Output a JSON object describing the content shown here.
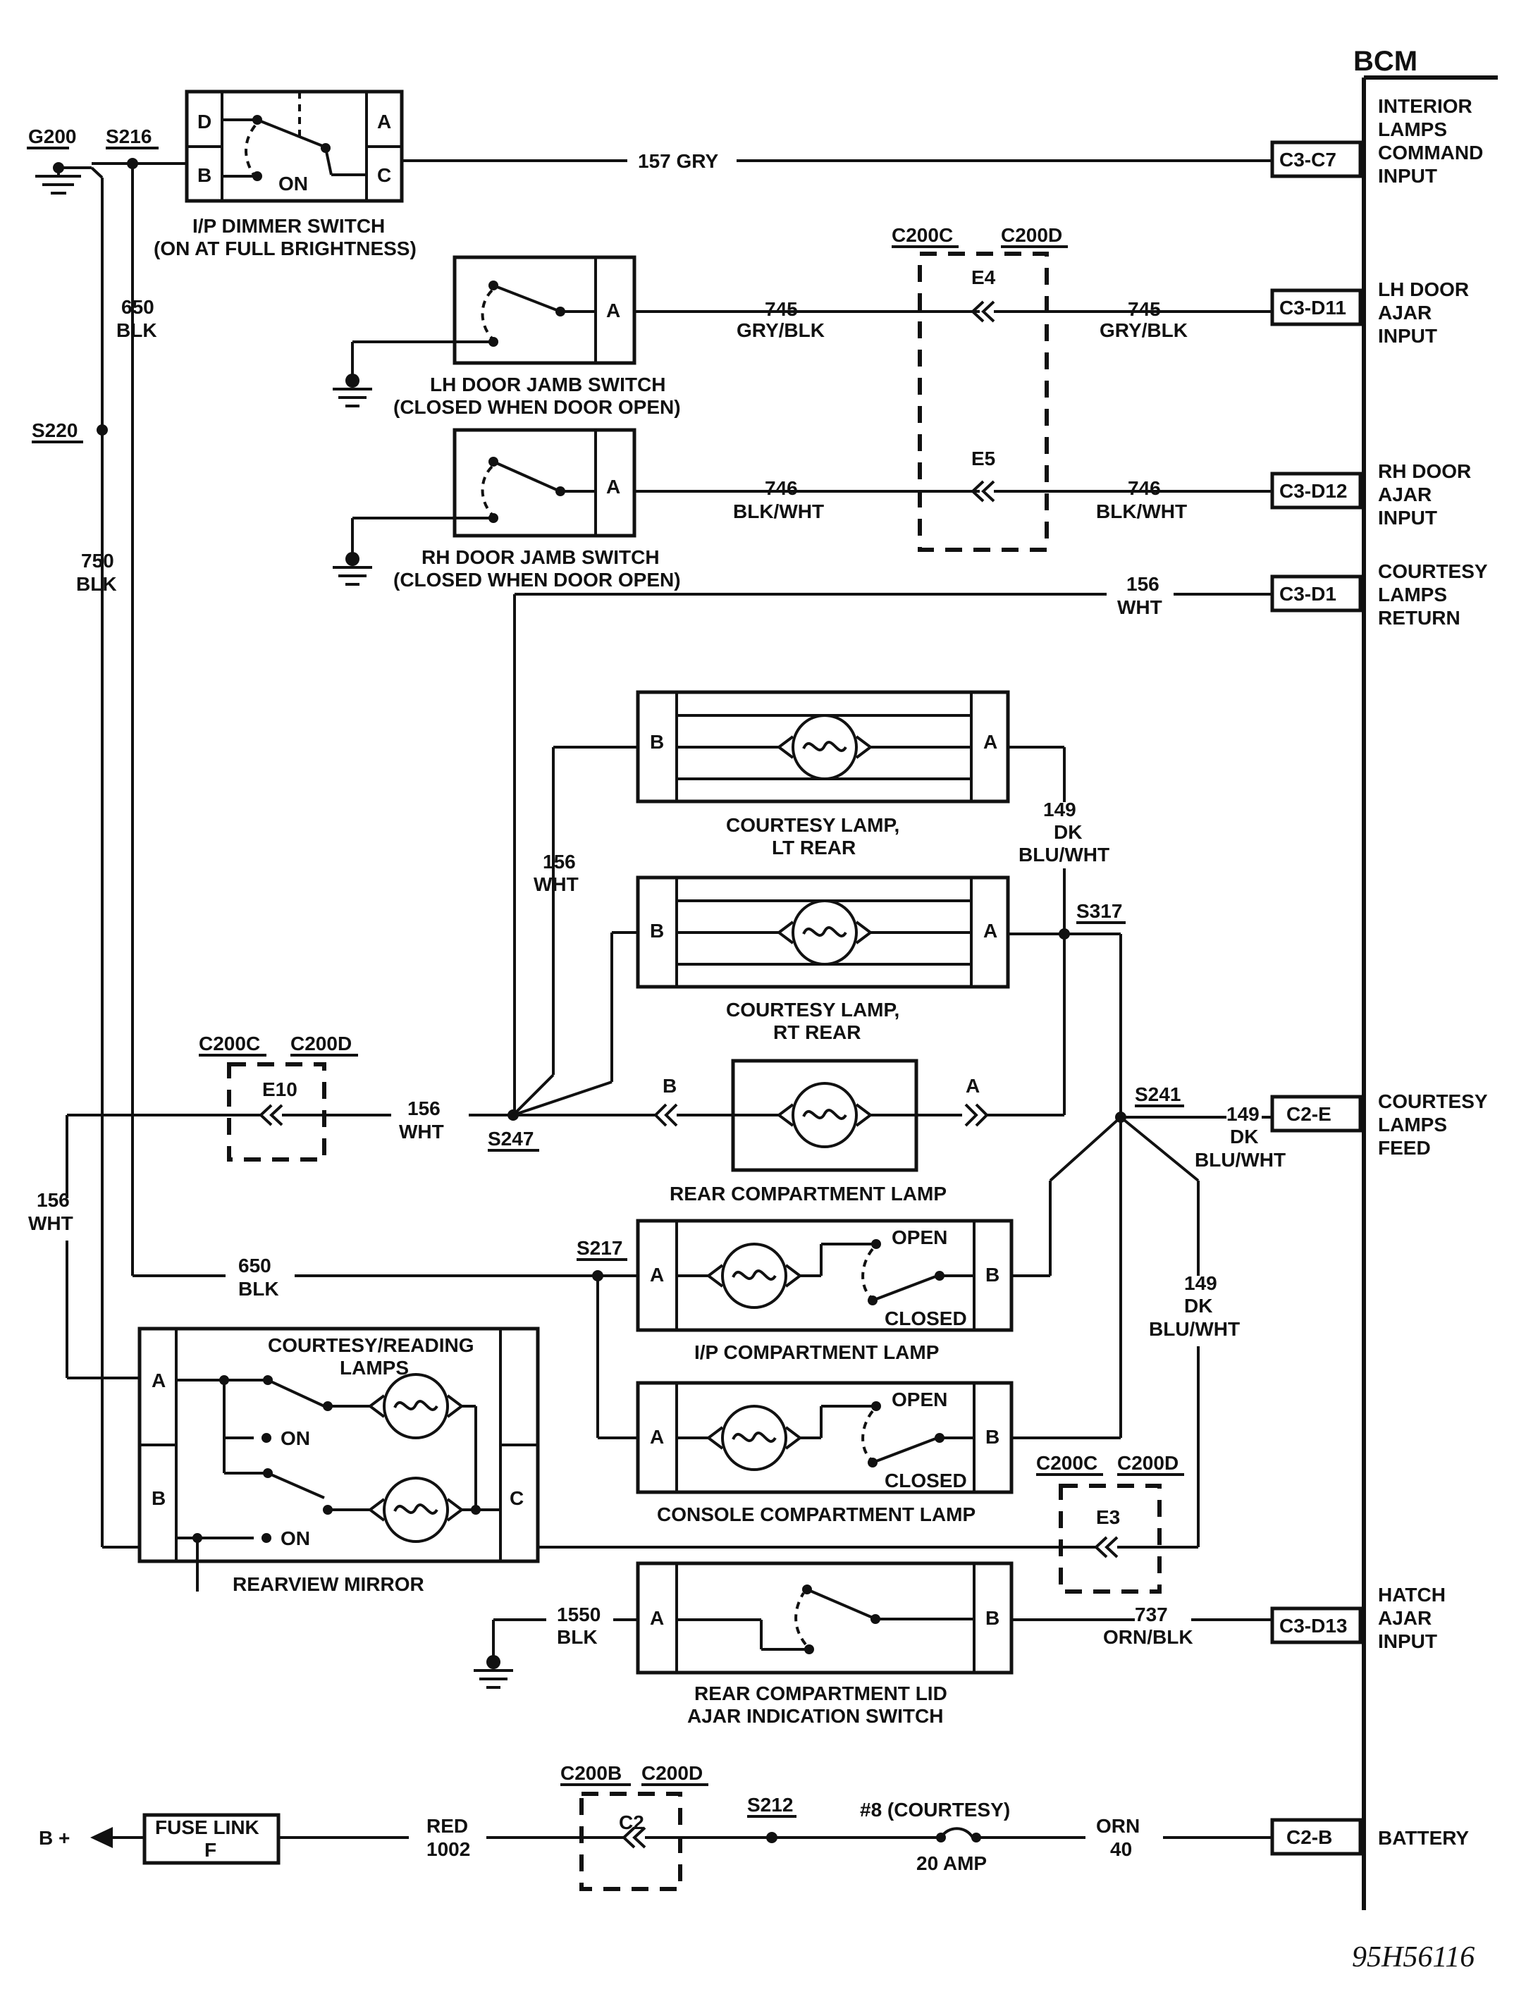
{
  "bcm": {
    "title": "BCM",
    "pins": [
      {
        "id": "c3-c7",
        "conn": "C3",
        "pin": "-C7",
        "label": [
          "INTERIOR",
          "LAMPS",
          "COMMAND",
          "INPUT"
        ]
      },
      {
        "id": "c3-d11",
        "conn": "C3",
        "pin": "-D11",
        "label": [
          "LH DOOR",
          "AJAR",
          "INPUT"
        ]
      },
      {
        "id": "c3-d12",
        "conn": "C3",
        "pin": "-D12",
        "label": [
          "RH DOOR",
          "AJAR",
          "INPUT"
        ]
      },
      {
        "id": "c3-d1",
        "conn": "C3",
        "pin": "-D1",
        "label": [
          "COURTESY",
          "LAMPS",
          "RETURN"
        ]
      },
      {
        "id": "c2-e",
        "conn": "C2",
        "pin": "-E",
        "label": [
          "COURTESY",
          "LAMPS",
          "FEED"
        ]
      },
      {
        "id": "c3-d13",
        "conn": "C3",
        "pin": "-D13",
        "label": [
          "HATCH",
          "AJAR",
          "INPUT"
        ]
      },
      {
        "id": "c2-b",
        "conn": "C2",
        "pin": "-B",
        "label": [
          "BATTERY"
        ]
      }
    ]
  },
  "components": {
    "dimmer_switch": {
      "pins": [
        "D",
        "B",
        "A",
        "C"
      ],
      "on": "ON",
      "name": [
        "I/P DIMMER SWITCH",
        "(ON AT FULL BRIGHTNESS)"
      ]
    },
    "lh_jamb": {
      "pin": "A",
      "name": [
        "LH DOOR JAMB SWITCH",
        "(CLOSED WHEN DOOR OPEN)"
      ]
    },
    "rh_jamb": {
      "pin": "A",
      "name": [
        "RH DOOR JAMB SWITCH",
        "(CLOSED WHEN DOOR OPEN)"
      ]
    },
    "lamp_lt_rear": {
      "pins": [
        "B",
        "A"
      ],
      "name": [
        "COURTESY LAMP,",
        "LT REAR"
      ]
    },
    "lamp_rt_rear": {
      "pins": [
        "B",
        "A"
      ],
      "name": [
        "COURTESY LAMP,",
        "RT REAR"
      ]
    },
    "rear_comp_lamp": {
      "pins": [
        "B",
        "A"
      ],
      "name": [
        "REAR COMPARTMENT LAMP"
      ]
    },
    "ip_comp_lamp": {
      "pins": [
        "A",
        "B"
      ],
      "open": "OPEN",
      "closed": "CLOSED",
      "name": [
        "I/P COMPARTMENT LAMP"
      ]
    },
    "console_lamp": {
      "pins": [
        "A",
        "B"
      ],
      "open": "OPEN",
      "closed": "CLOSED",
      "name": [
        "CONSOLE COMPARTMENT LAMP"
      ]
    },
    "mirror": {
      "pins": [
        "A",
        "B",
        "C"
      ],
      "title": [
        "COURTESY/READING",
        "LAMPS"
      ],
      "on": "ON",
      "name": [
        "REARVIEW MIRROR"
      ]
    },
    "hatch_switch": {
      "pins": [
        "A",
        "B"
      ],
      "name": [
        "REAR COMPARTMENT LID",
        "AJAR INDICATION SWITCH"
      ]
    },
    "fuse_link": {
      "name": [
        "FUSE LINK",
        "F"
      ],
      "bplus": "B +"
    },
    "fuse": {
      "name": "#8 (COURTESY)",
      "rating": "20 AMP"
    }
  },
  "connectors": {
    "c200c": "C200C",
    "c200d": "C200D",
    "c200b": "C200B",
    "e4": "E4",
    "e5": "E5",
    "e10": "E10",
    "e3": "E3",
    "c2": "C2"
  },
  "splices": {
    "g200": "G200",
    "s216": "S216",
    "s220": "S220",
    "s247": "S247",
    "s317": "S317",
    "s241": "S241",
    "s217": "S217",
    "s212": "S212"
  },
  "wires": {
    "w157": "157 GRY",
    "w650a": [
      "650",
      "BLK"
    ],
    "w750": [
      "750",
      "BLK"
    ],
    "w745l": [
      "745",
      "GRY/BLK"
    ],
    "w745r": [
      "745",
      "GRY/BLK"
    ],
    "w746l": [
      "746",
      "BLK/WHT"
    ],
    "w746r": [
      "746",
      "BLK/WHT"
    ],
    "w156top": [
      "156",
      "WHT"
    ],
    "w149a": [
      "149",
      "DK",
      "BLU/WHT"
    ],
    "w156mid": [
      "156",
      "WHT"
    ],
    "w156s247": [
      "156",
      "WHT"
    ],
    "w149feed": [
      "149",
      "DK",
      "BLU/WHT"
    ],
    "w156left": [
      "156",
      "WHT"
    ],
    "w650b": [
      "650",
      "BLK"
    ],
    "w149b": [
      "149",
      "DK",
      "BLU/WHT"
    ],
    "w1550": [
      "1550",
      "BLK"
    ],
    "w737": [
      "737",
      "ORN/BLK"
    ],
    "wred": [
      "RED",
      "1002"
    ],
    "worn": [
      "ORN",
      "40"
    ]
  },
  "figure_id": "95H56116"
}
